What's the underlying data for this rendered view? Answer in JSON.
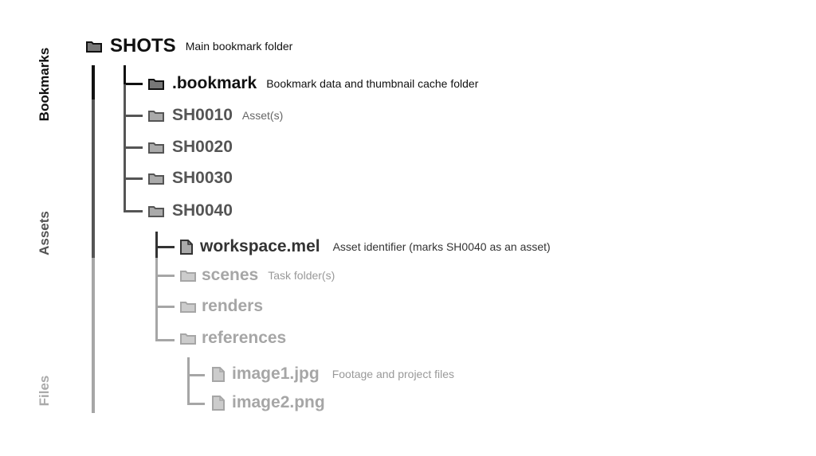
{
  "side_labels": {
    "bookmarks": "Bookmarks",
    "assets": "Assets",
    "files": "Files"
  },
  "tree": {
    "root": {
      "name": "SHOTS",
      "desc": "Main bookmark folder"
    },
    "bookmark": {
      "name": ".bookmark",
      "desc": "Bookmark data and thumbnail cache folder"
    },
    "shots": [
      {
        "name": "SH0010",
        "desc": "Asset(s)"
      },
      {
        "name": "SH0020",
        "desc": ""
      },
      {
        "name": "SH0030",
        "desc": ""
      },
      {
        "name": "SH0040",
        "desc": ""
      }
    ],
    "workspace": {
      "name": "workspace.mel",
      "desc": "Asset identifier (marks SH0040 as an asset)"
    },
    "tasks": [
      {
        "name": "scenes",
        "desc": "Task folder(s)"
      },
      {
        "name": "renders",
        "desc": ""
      },
      {
        "name": "references",
        "desc": ""
      }
    ],
    "files": [
      {
        "name": "image1.jpg",
        "desc": "Footage and project files"
      },
      {
        "name": "image2.png",
        "desc": ""
      }
    ]
  },
  "colors": {
    "black": "#111111",
    "dark_gray": "#555555",
    "mid_gray": "#333333",
    "light_gray": "#a6a6a6"
  }
}
